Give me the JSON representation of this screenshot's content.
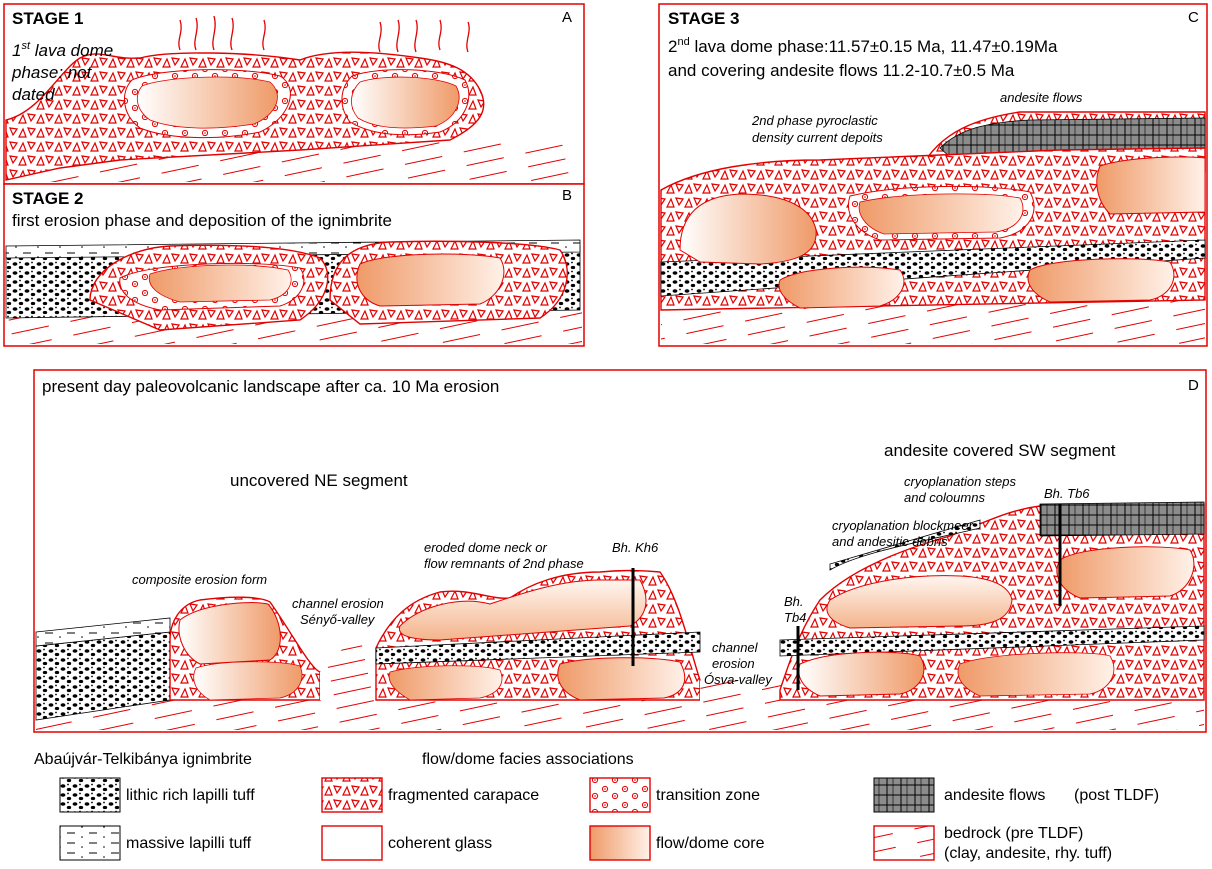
{
  "colors": {
    "frame": "#e30000",
    "core": "#f0a070",
    "andesite": "#8c8c8c",
    "ink": "#000000"
  },
  "panel_a": {
    "letter": "A",
    "stage": "STAGE 1",
    "note_line1": "1",
    "note_sup": "st",
    "note_line1_rest": " lava dome",
    "note_line2": "phase: not",
    "note_line3": "dated"
  },
  "panel_b": {
    "letter": "B",
    "stage": "STAGE 2",
    "subtitle": "first erosion phase and deposition of the ignimbrite"
  },
  "panel_c": {
    "letter": "C",
    "stage": "STAGE 3",
    "line1_a": "2",
    "line1_sup": "nd",
    "line1_b": " lava dome phase:11.57±0.15 Ma, 11.47±0.19Ma",
    "line2": "and covering andesite flows 11.2-10.7±0.5 Ma",
    "label_andesite": "andesite flows",
    "label_pdc1": "2nd phase pyroclastic",
    "label_pdc2": "density current depoits"
  },
  "panel_d": {
    "letter": "D",
    "title": "present day paleovolcanic landscape after ca. 10 Ma erosion",
    "seg_ne": "uncovered NE segment",
    "seg_sw": "andesite covered SW segment",
    "composite": "composite erosion form",
    "channel1_a": "channel erosion",
    "channel1_b": "Sényő-valley",
    "neck_a": "eroded dome neck or",
    "neck_b": "flow remnants of 2nd phase",
    "kh6": "Bh. Kh6",
    "channel2_a": "channel",
    "channel2_b": "erosion",
    "channel2_c": "Ósva-valley",
    "tb4_a": "Bh.",
    "tb4_b": "Tb4",
    "blockmeer_a": "cryoplanation blockmeer",
    "blockmeer_b": "and andesitic debris",
    "steps_a": "cryoplanation steps",
    "steps_b": "and coloumns",
    "tb6": "Bh. Tb6"
  },
  "legend": {
    "ign_title": "Abaújvár-Telkibánya ignimbrite",
    "facies_title": "flow/dome facies associations",
    "lithic": "lithic rich lapilli tuff",
    "massive": "massive lapilli tuff",
    "fragmented": "fragmented carapace",
    "coherent": "coherent glass",
    "transition": "transition zone",
    "core": "flow/dome core",
    "andesite": "andesite flows",
    "andesite_note": "(post TLDF)",
    "bedrock_a": "bedrock (pre TLDF)",
    "bedrock_b": "(clay, andesite, rhy. tuff)"
  }
}
